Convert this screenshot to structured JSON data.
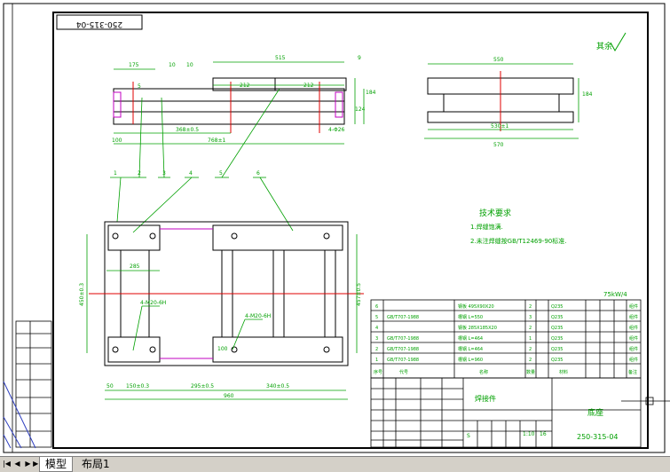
{
  "drawing_number_rotated": "250-315-04",
  "roughness_symbol": "其余",
  "technical_requirements": {
    "title": "技术要求",
    "items": [
      "1.焊缝饱满.",
      "2.未注焊缝按GB/T12469-90标准."
    ]
  },
  "power_spec": "75kW/4",
  "dimensions": {
    "top_view": [
      "175",
      "10",
      "10",
      "515",
      "9",
      "212",
      "212",
      "5",
      "184",
      "124",
      "368±0.5",
      "768±1",
      "100",
      "4-Φ26"
    ],
    "side_view": [
      "550",
      "530±1",
      "570",
      "184"
    ],
    "plan_view": [
      "285",
      "450±0.3",
      "457±0.5",
      "4-M20-6H",
      "4-M20-6H",
      "50",
      "150±0.3",
      "295±0.5",
      "340±0.5",
      "960",
      "100"
    ]
  },
  "balloons": [
    "1",
    "2",
    "3",
    "4",
    "5",
    "6"
  ],
  "bom": [
    {
      "no": "6",
      "code": "",
      "name": "钢板 495X90X20",
      "qty": "2",
      "material": "Q235",
      "note": "组件"
    },
    {
      "no": "5",
      "code": "GB/T707-1988",
      "name": "槽钢 L=550",
      "qty": "3",
      "material": "Q235",
      "note": "组件"
    },
    {
      "no": "4",
      "code": "",
      "name": "钢板 285X185X20",
      "qty": "2",
      "material": "Q235",
      "note": "组件"
    },
    {
      "no": "3",
      "code": "GB/T707-1988",
      "name": "槽钢 L=464",
      "qty": "1",
      "material": "Q235",
      "note": "组件"
    },
    {
      "no": "2",
      "code": "GB/T707-1988",
      "name": "槽钢 L=464",
      "qty": "2",
      "material": "Q235",
      "note": "组件"
    },
    {
      "no": "1",
      "code": "GB/T707-1988",
      "name": "槽钢 L=960",
      "qty": "2",
      "material": "Q235",
      "note": "组件"
    }
  ],
  "bom_header": {
    "no": "序号",
    "code": "代号",
    "name": "名称",
    "qty": "数量",
    "material": "材料",
    "note": "备注"
  },
  "title_block": {
    "material": "焊接件",
    "title": "底座",
    "drawing_number": "250-315-04",
    "stage": "S",
    "scale": "1:10",
    "weight": "16"
  },
  "tabs": {
    "model": "模型",
    "layout1": "布局1"
  },
  "colors": {
    "frame": "#000000",
    "green": "#00a000",
    "red": "#e00000",
    "magenta": "#c000c0",
    "dim": "#00a000"
  }
}
